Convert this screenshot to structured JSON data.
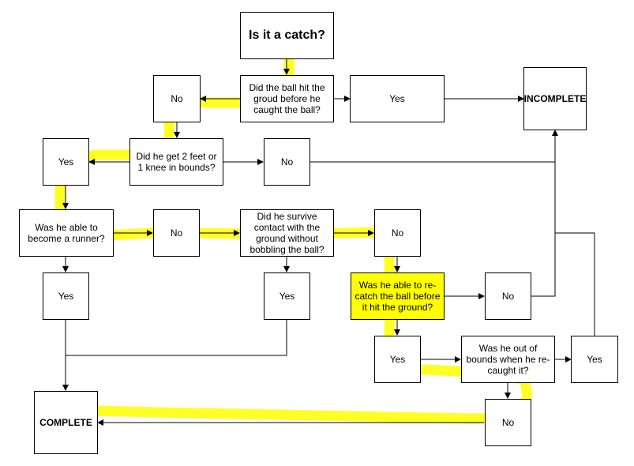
{
  "colors": {
    "highlight": "#ffff00",
    "line": "#000000",
    "box_border": "#000000"
  },
  "nodes": {
    "start": "Is it a catch?",
    "hit_ground": "Did the ball hit the groud before he caught the ball?",
    "no_hit": "No",
    "yes_hit": "Yes",
    "incomplete": "INCOMPLETE",
    "feet_in": "Did he get 2 feet or 1 knee in bounds?",
    "yes_feet": "Yes",
    "no_feet": "No",
    "runner": "Was he able to become a runner?",
    "no_runner": "No",
    "survive": "Did he survive contact with the ground without bobbling the ball?",
    "no_survive": "No",
    "yes_runner": "Yes",
    "yes_survive": "Yes",
    "recatch": "Was he able to re-catch the ball before it hit the ground?",
    "no_recatch": "No",
    "yes_recatch": "Yes",
    "out_bounds": "Was he out of bounds when he re-caught it?",
    "yes_out": "Yes",
    "no_out": "No",
    "complete": "COMPLETE"
  }
}
